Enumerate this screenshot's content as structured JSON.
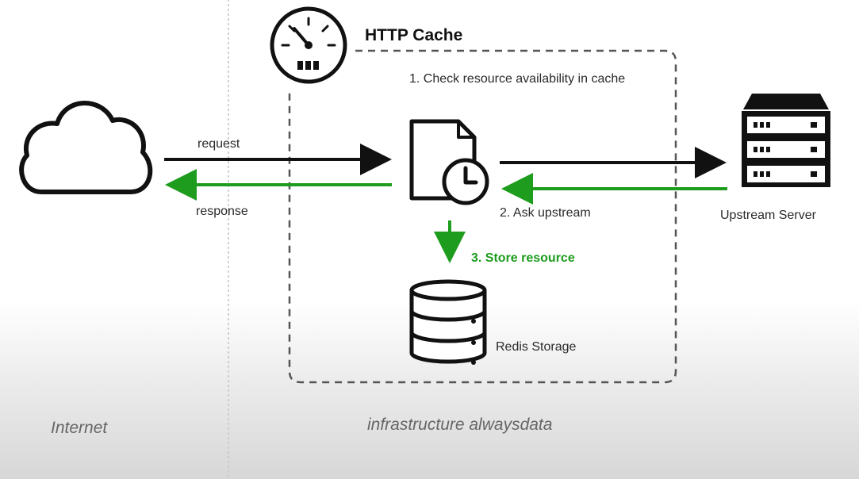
{
  "title": "HTTP Cache",
  "steps": {
    "check": "1. Check resource availability in cache",
    "ask": "2. Ask upstream",
    "store": "3. Store resource"
  },
  "arrows": {
    "request": "request",
    "response": "response"
  },
  "nodes": {
    "upstream": "Upstream Server",
    "storage": "Redis Storage"
  },
  "zones": {
    "internet": "Internet",
    "infrastructure": "infrastructure alwaysdata"
  },
  "colors": {
    "accent_green": "#1d9c1d",
    "stroke": "#111111"
  },
  "icons": [
    "cloud-icon",
    "gauge-icon",
    "cached-document-icon",
    "clock-icon",
    "server-icon",
    "database-icon"
  ]
}
